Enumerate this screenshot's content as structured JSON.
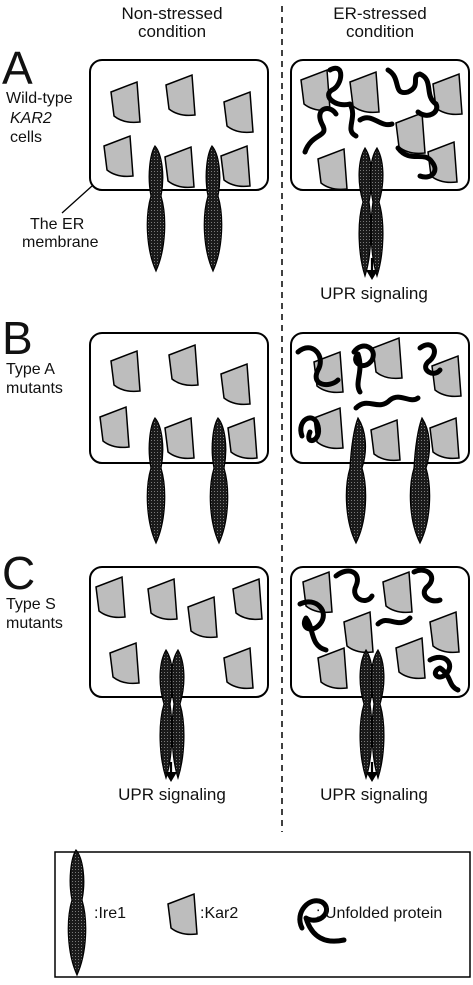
{
  "headers": {
    "left": [
      "Non-stressed",
      "condition"
    ],
    "right": [
      "ER-stressed",
      "condition"
    ]
  },
  "panels": {
    "a": {
      "letter": "A",
      "label_line1": "Wild-type",
      "label_line2": "KAR2",
      "label_line3": "cells"
    },
    "b": {
      "letter": "B",
      "label_line1": "Type A",
      "label_line2": "mutants"
    },
    "c": {
      "letter": "C",
      "label_line1": "Type S",
      "label_line2": "mutants"
    }
  },
  "er_membrane_label": [
    "The ER",
    "membrane"
  ],
  "signal_label": "UPR signaling",
  "legend": {
    "ire1": ":Ire1",
    "kar2": ":Kar2",
    "unfolded": ": Unfolded protein"
  },
  "colors": {
    "kar2_fill": "#bdbdbd",
    "ire1_fill": "#2a2a2a",
    "outline": "#000000"
  }
}
